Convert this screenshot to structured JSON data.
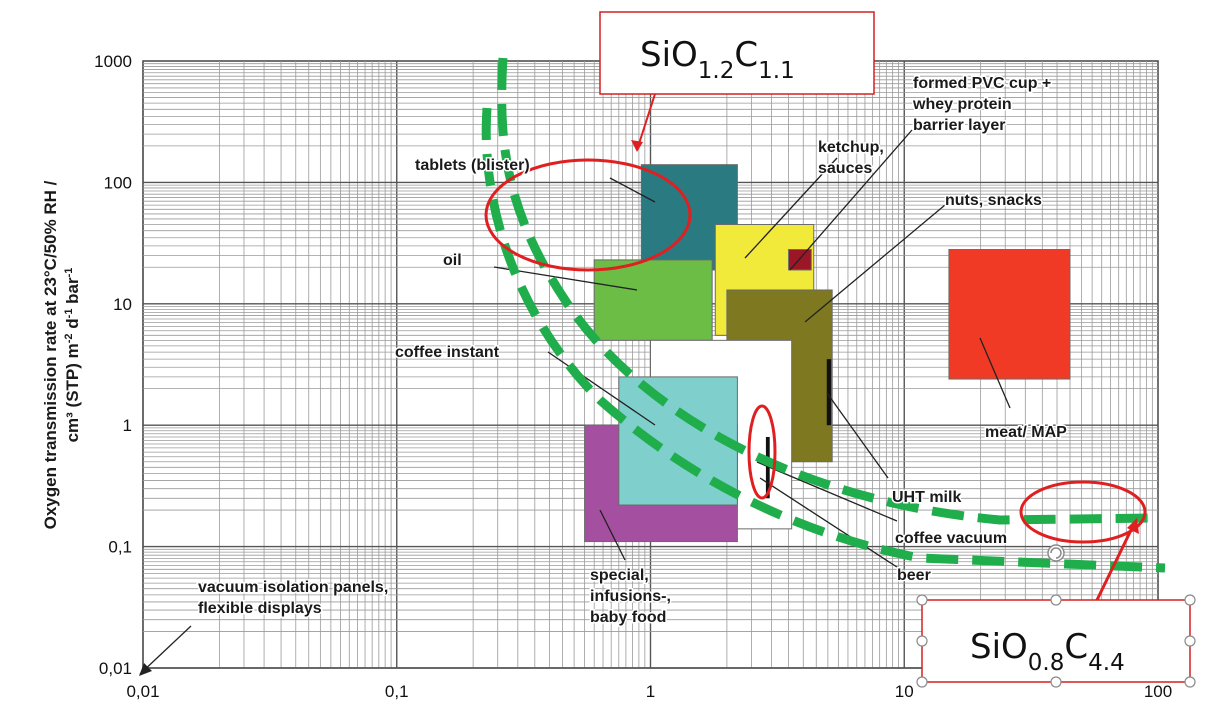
{
  "chart_data": {
    "type": "log-log region chart",
    "xlim": [
      0.01,
      100
    ],
    "ylim": [
      0.01,
      1000
    ],
    "x_scale": "log",
    "y_scale": "log",
    "grid": true,
    "x_ticks": [
      "0,01",
      "0,1",
      "1",
      "10",
      "100"
    ],
    "y_ticks": [
      "0,01",
      "0,1",
      "1",
      "10",
      "100",
      "1000"
    ],
    "ylabel_line1": "Oxygen transmission rate at 23°C/50% RH /",
    "ylabel_line2_a": "cm³ (STP) m",
    "ylabel_line2_b": "-2",
    "ylabel_line2_c": " d",
    "ylabel_line2_d": "-1",
    "ylabel_line2_e": " bar",
    "ylabel_line2_f": "-1",
    "regions": [
      {
        "key": "tablets",
        "label_lines": [
          "tablets (blister)"
        ],
        "color": "#2a7a82",
        "x": [
          0.92,
          2.2
        ],
        "y": [
          19,
          140
        ]
      },
      {
        "key": "ketchup",
        "label_lines": [
          "ketchup,",
          "sauces"
        ],
        "color": "#f2ea3a",
        "x": [
          1.8,
          4.4
        ],
        "y": [
          5.5,
          45
        ]
      },
      {
        "key": "pvc",
        "label_lines": [
          "formed PVC cup +",
          "whey protein",
          "barrier layer"
        ],
        "color": "#9b1626",
        "x": [
          3.5,
          4.3
        ],
        "y": [
          19,
          28
        ]
      },
      {
        "key": "oil",
        "label_lines": [
          "oil"
        ],
        "color": "#6bbd46",
        "x": [
          0.6,
          1.75
        ],
        "y": [
          5,
          23
        ]
      },
      {
        "key": "nuts",
        "label_lines": [
          "nuts, snacks"
        ],
        "color": "#7e7820",
        "x": [
          2.0,
          5.2
        ],
        "y": [
          0.5,
          13
        ]
      },
      {
        "key": "meat",
        "label_lines": [
          "meat/ MAP"
        ],
        "color": "#f03a25",
        "x": [
          15,
          45
        ],
        "y": [
          2.4,
          28
        ]
      },
      {
        "key": "uht",
        "label_lines": [
          "UHT milk"
        ],
        "color": "#ffffff",
        "x": [
          1.0,
          3.6
        ],
        "y": [
          0.14,
          5
        ]
      },
      {
        "key": "special",
        "label_lines": [
          "special,",
          "infusions-,",
          "baby food"
        ],
        "color": "#a54fa0",
        "x": [
          0.55,
          2.2
        ],
        "y": [
          0.11,
          1
        ]
      },
      {
        "key": "coffee_instant",
        "label_lines": [
          "coffee instant"
        ],
        "color": "#7fcfcc",
        "x": [
          0.75,
          2.2
        ],
        "y": [
          0.22,
          2.5
        ]
      }
    ],
    "markers": [
      {
        "key": "beer",
        "label_lines": [
          "beer"
        ],
        "x": [
          2.85,
          2.95
        ],
        "y": [
          0.25,
          0.8
        ]
      },
      {
        "key": "coffee_vacuum",
        "label_lines": [
          "coffee vacuum"
        ],
        "x": [
          4.95,
          5.15
        ],
        "y": [
          1.0,
          3.5
        ]
      }
    ],
    "other_labels": {
      "vacuum": [
        "vacuum isolation panels,",
        "flexible displays"
      ]
    },
    "callouts": [
      {
        "main": "SiO",
        "sub1": "1.2",
        "mid": "C",
        "sub2": "1.1"
      },
      {
        "main": "SiO",
        "sub1": "0.8",
        "mid": "C",
        "sub2": "4.4"
      }
    ],
    "colors": {
      "curve": "#1fae4b",
      "ellipse": "#e02020",
      "callout_border": "#d42020"
    }
  }
}
